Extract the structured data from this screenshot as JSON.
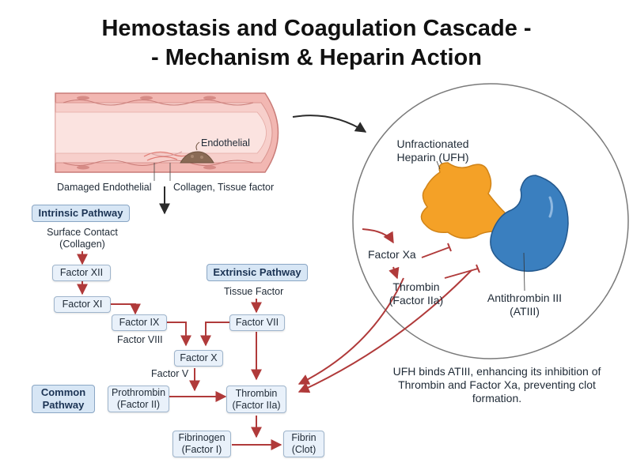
{
  "title": {
    "line1": "Hemostasis and Coagulation Cascade -",
    "line2": "- Mechanism & Heparin Action"
  },
  "vessel": {
    "endothelial_label": "Endothelial",
    "damaged_label": "Damaged Endothelial",
    "collagen_label": "Collagen, Tissue factor"
  },
  "intrinsic": {
    "title": "Intrinsic Pathway",
    "trigger_line1": "Surface Contact",
    "trigger_line2": "(Collagen)",
    "factor_xii": "Factor XII",
    "factor_xi": "Factor XI",
    "factor_ix": "Factor IX",
    "factor_viii": "Factor VIII"
  },
  "extrinsic": {
    "title": "Extrinsic Pathway",
    "trigger": "Tissue Factor",
    "factor_vii": "Factor VII"
  },
  "common": {
    "title_line1": "Common",
    "title_line2": "Pathway",
    "factor_x": "Factor X",
    "factor_v": "Factor V",
    "prothrombin_line1": "Prothrombin",
    "prothrombin_line2": "(Factor II)",
    "thrombin_line1": "Thrombin",
    "thrombin_line2": "(Factor IIa)",
    "fibrinogen_line1": "Fibrinogen",
    "fibrinogen_line2": "(Factor I)",
    "fibrin_line1": "Fibrin",
    "fibrin_line2": "(Clot)"
  },
  "heparin": {
    "ufh_line1": "Unfractionated",
    "ufh_line2": "Heparin (UFH)",
    "factor_xa": "Factor Xa",
    "thrombin_line1": "Thrombin",
    "thrombin_line2": "(Factor IIa)",
    "atiii_line1": "Antithrombin III",
    "atiii_line2": "(ATIII)",
    "note": "UFH binds ATIII, enhancing its inhibition of Thrombin and Factor Xa, preventing clot formation."
  },
  "colors": {
    "arrow_red": "#b03a3a",
    "vessel_pink": "#f2b7b2",
    "heparin_orange": "#f4a127",
    "antithrombin_blue": "#3a7fbf",
    "box_fill": "#e9f1fa"
  }
}
